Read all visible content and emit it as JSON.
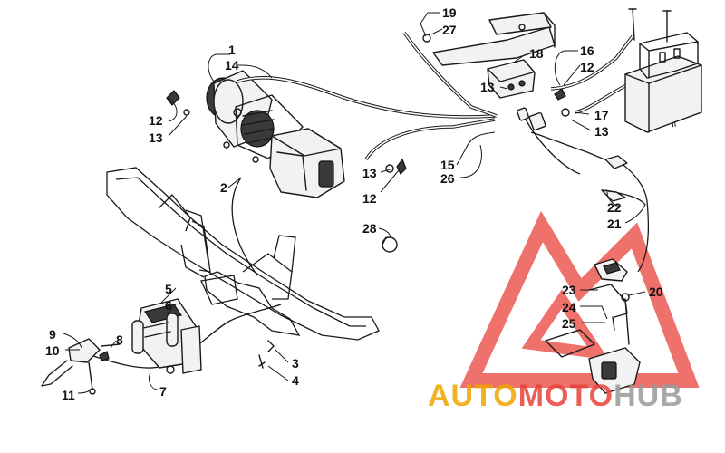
{
  "diagram": {
    "callouts": [
      {
        "id": "c1",
        "label": "1"
      },
      {
        "id": "c14",
        "label": "14"
      },
      {
        "id": "c12a",
        "label": "12"
      },
      {
        "id": "c13a",
        "label": "13"
      },
      {
        "id": "c2",
        "label": "2"
      },
      {
        "id": "c19",
        "label": "19"
      },
      {
        "id": "c27",
        "label": "27"
      },
      {
        "id": "c18",
        "label": "18"
      },
      {
        "id": "c13b",
        "label": "13"
      },
      {
        "id": "c16",
        "label": "16"
      },
      {
        "id": "c12b",
        "label": "12"
      },
      {
        "id": "c17",
        "label": "17"
      },
      {
        "id": "c13c",
        "label": "13"
      },
      {
        "id": "c13d",
        "label": "13"
      },
      {
        "id": "c12c",
        "label": "12"
      },
      {
        "id": "c15",
        "label": "15"
      },
      {
        "id": "c26",
        "label": "26"
      },
      {
        "id": "c22",
        "label": "22"
      },
      {
        "id": "c21",
        "label": "21"
      },
      {
        "id": "c28",
        "label": "28"
      },
      {
        "id": "c5",
        "label": "5"
      },
      {
        "id": "c6",
        "label": "6"
      },
      {
        "id": "c9",
        "label": "9"
      },
      {
        "id": "c10",
        "label": "10"
      },
      {
        "id": "c8",
        "label": "8"
      },
      {
        "id": "c11",
        "label": "11"
      },
      {
        "id": "c7",
        "label": "7"
      },
      {
        "id": "c3",
        "label": "3"
      },
      {
        "id": "c4",
        "label": "4"
      },
      {
        "id": "c23",
        "label": "23"
      },
      {
        "id": "c20",
        "label": "20"
      },
      {
        "id": "c24",
        "label": "24"
      },
      {
        "id": "c25",
        "label": "25"
      }
    ]
  },
  "watermark": {
    "part1": "AUTO",
    "part2": "MOTO",
    "part3": "HUB",
    "colors": {
      "red": "#e8423a",
      "orange": "#f0a500",
      "gray": "#9a9a9a"
    }
  }
}
